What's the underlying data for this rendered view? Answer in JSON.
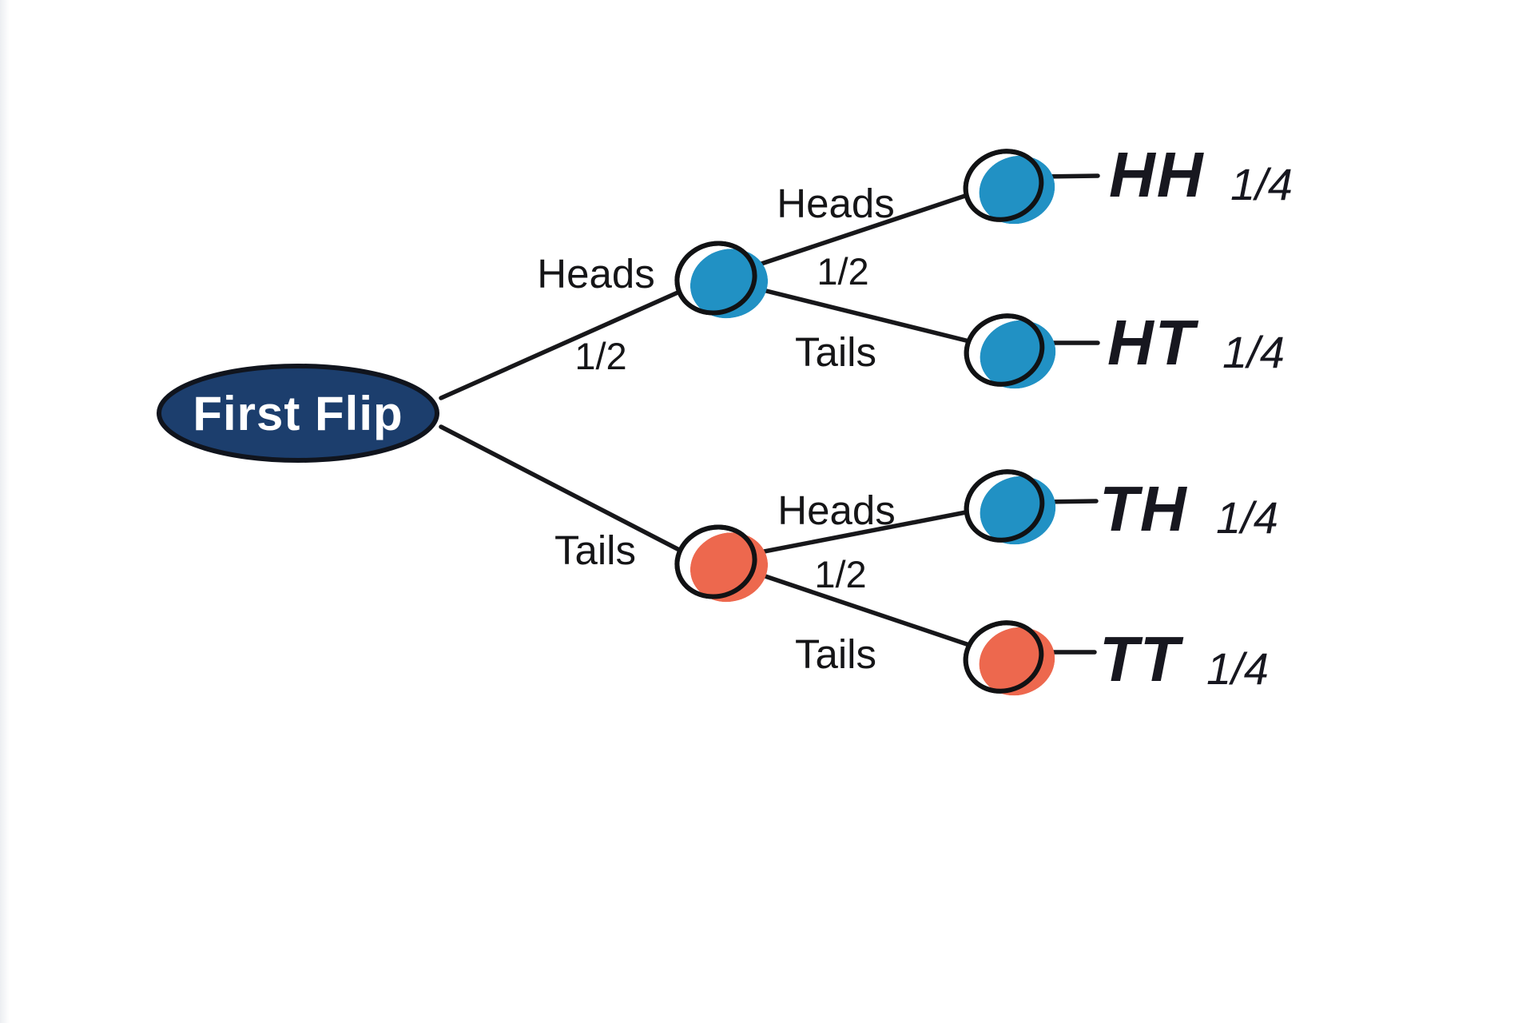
{
  "diagram": {
    "root_label": "First Flip",
    "level1": {
      "heads": {
        "label": "Heads",
        "prob": "1/2"
      },
      "tails": {
        "label": "Tails"
      }
    },
    "level2": {
      "hh": {
        "branch_label": "Heads",
        "branch_prob": "1/2",
        "outcome": "HH",
        "outcome_prob": "1/4"
      },
      "ht": {
        "branch_label": "Tails",
        "outcome": "HT",
        "outcome_prob": "1/4"
      },
      "th": {
        "branch_label": "Heads",
        "branch_prob": "1/2",
        "outcome": "TH",
        "outcome_prob": "1/4"
      },
      "tt": {
        "branch_label": "Tails",
        "outcome": "TT",
        "outcome_prob": "1/4"
      }
    },
    "colors": {
      "root_fill": "#1c3e6d",
      "root_stroke": "#10141d",
      "root_text": "#ffffff",
      "heads_coin": "#2191c4",
      "tails_coin": "#ed684e",
      "coin_stroke": "#111214",
      "line": "#17171a",
      "label_text": "#151517",
      "outcome_text": "#17171f"
    }
  }
}
